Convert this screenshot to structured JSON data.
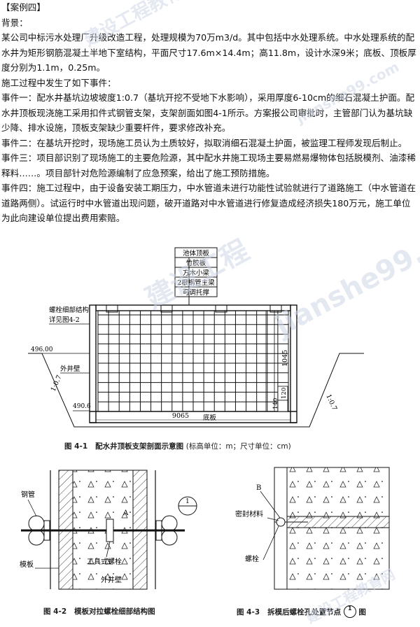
{
  "heading": "【案例四】",
  "background_label": "背景：",
  "background_text": "某公司中标污水处理厂升级改造工程，处理规模为70万m3/d。其中包括中水处理系统。中水处理系统的配水井为矩形钢筋混凝土半地下室结构，平面尺寸17.6m×14.4m；高11.8m，设计水深9米；底板、顶板厚度分别为1.1m，0.25m。",
  "process_intro": "施工过程中发生了如下事件：",
  "events": [
    "事件一：配水井基坑边坡坡度1:0.7（基坑开挖不受地下水影响），采用厚度6-10cm的细石混凝土护面。配水井顶板现浇施工采用扣件式钢管支架，支架剖面如图4-1所示。方案报公司审批时，主管部门认为基坑缺少降、排水设施，顶板支架缺少重要杆件，要求修改补充。",
    "事件二：在基坑开挖时，现场施工员认为土质较好，拟取消细石混凝土护面，被监理工程师发现后制止。",
    "事件三：项目部识别了现场施工的主要危险源，其中配水井施工现场主要易燃易爆物体包括脱模剂、油漆稀释料……。项目部针对危险源编制了应急预案，给出了施工预防措施。",
    "事件四：施工过程中，由于设备安装工期压力，中水管道未进行功能性试验就进行了道路施工（中水管道在道路两侧）。试运行时中水管道出现问题，破开道路对中水管道进行修复造成经济损失180万元，施工单位为此向建设单位提出费用索赔。"
  ],
  "fig41": {
    "layers": [
      "池体顶板",
      "竹胶板",
      "方木小梁",
      "2根钢管主梁",
      "可调托撑"
    ],
    "bolt_note_1": "螺栓细部结构",
    "bolt_note_2": "详见图4-2",
    "elev_top": "496.00",
    "elev_bottom": "490.6",
    "outer_wall": "外井壁",
    "slope_left": "1:0.7",
    "slope_right": "1:0.7",
    "dim_height": "1045",
    "dim_120": "120",
    "dim_140": "140",
    "dim_width": "9065",
    "floor": "底板",
    "caption_num": "图 4-1",
    "caption": "配水井顶板支架剖面示意图",
    "caption_note": "(标高单位：m；尺寸单位：cm)"
  },
  "fig42": {
    "steel_pipe": "钢管",
    "formwork": "模板",
    "tool_bolt": "工具式螺栓",
    "outer_wall": "外井壁",
    "mark_a": "A",
    "detail_num": "1",
    "caption_num": "图 4-2",
    "caption": "模板对拉螺栓细部结构图"
  },
  "fig43": {
    "mark_b": "B",
    "seal": "密封材料",
    "bolt": "螺栓",
    "caption_num": "图 4-3",
    "caption": "拆模后螺栓孔处置节点",
    "detail_num": "1",
    "caption_end": "图"
  },
  "watermarks": [
    "建设工程教育网",
    "jianshe99.com",
    "建设工程",
    "jianshe99.cc",
    "建设工程教育网"
  ]
}
